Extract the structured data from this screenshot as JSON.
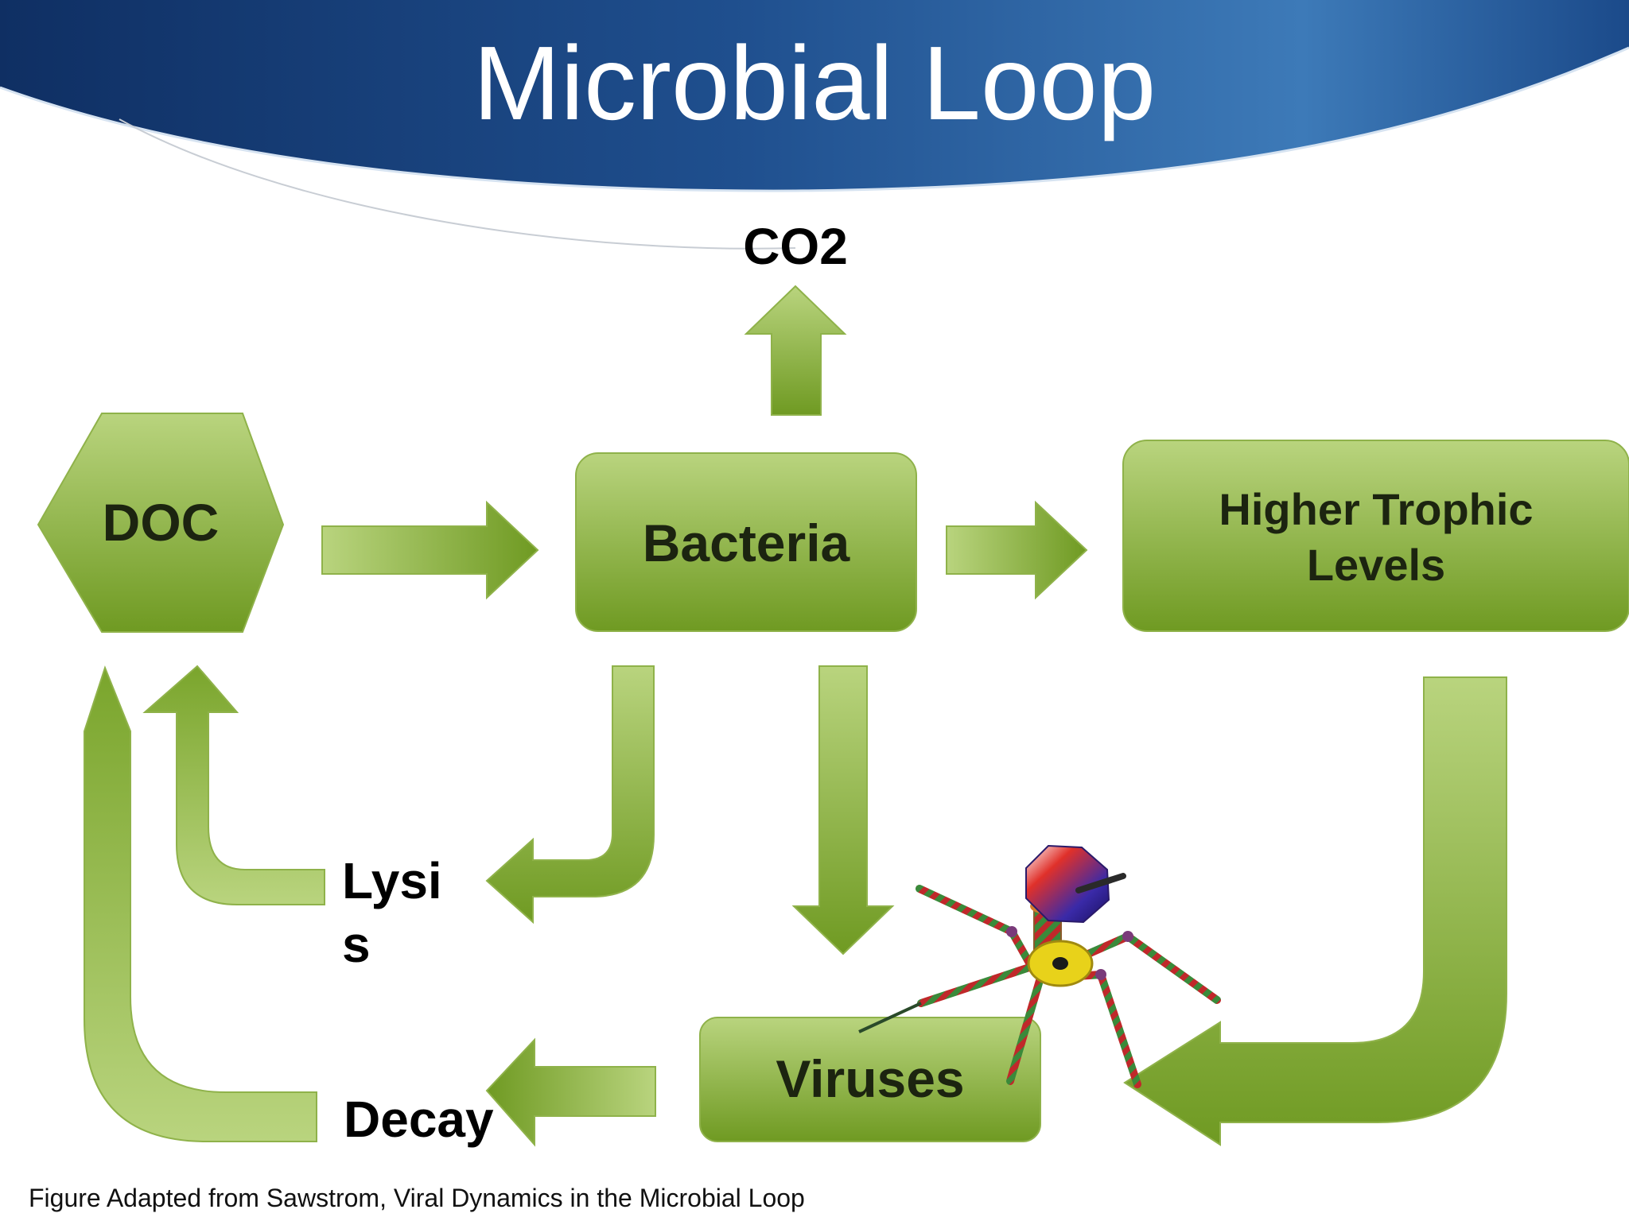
{
  "slide": {
    "title": "Microbial Loop",
    "caption": "Figure Adapted from Sawstrom, Viral Dynamics in the Microbial Loop"
  },
  "nodes": {
    "doc": "DOC",
    "bacteria": "Bacteria",
    "higher_trophic_line1": "Higher Trophic",
    "higher_trophic_line2": "Levels",
    "viruses": "Viruses"
  },
  "labels": {
    "co2": "CO2",
    "lysis_line1": "Lysi",
    "lysis_line2": "s",
    "decay": "Decay"
  },
  "colors": {
    "banner_dark": "#163a73",
    "banner_light": "#3d7ab8",
    "green_light": "#b6d17a",
    "green_dark": "#6f9a22",
    "green_edge": "#5f8a1c",
    "text_dark": "#1c2410"
  },
  "icons": {
    "virus": "bacteriophage-icon"
  }
}
